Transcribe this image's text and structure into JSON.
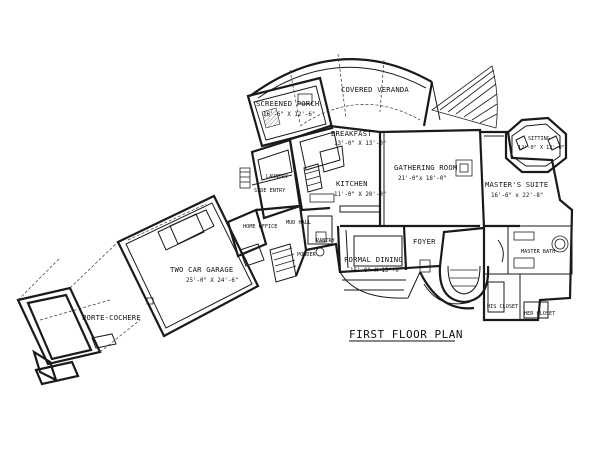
{
  "plan_title": "FIRST FLOOR PLAN",
  "rooms": {
    "covered_veranda": {
      "name": "COVERED VERANDA"
    },
    "screened_porch": {
      "name": "SCREENED PORCH",
      "size": "16'-6\" X 12'-6\""
    },
    "breakfast": {
      "name": "BREAKFAST",
      "size": "13'-0\" X 13'-0\""
    },
    "gathering_room": {
      "name": "GATHERING ROOM",
      "size": "21'-0\"x 18'-0\""
    },
    "sitting": {
      "name": "SITTING",
      "size": "12'-0\" X 12'-0\""
    },
    "masters_suite": {
      "name": "MASTER'S SUITE",
      "size": "16'-6\" x 22'-8\""
    },
    "kitchen": {
      "name": "KITCHEN",
      "size": "11'-0\" X 20'-0\""
    },
    "laundry": {
      "name": "LAUNDRY"
    },
    "side_entry": {
      "name": "SIDE ENTRY"
    },
    "home_office": {
      "name": "HOME OFFICE"
    },
    "mud_hall": {
      "name": "MUD HALL"
    },
    "pantry": {
      "name": "PANTRY"
    },
    "powder": {
      "name": "POWDER"
    },
    "formal_dining": {
      "name": "FORMAL DINING",
      "size": "15'-0\" X 15'-0\""
    },
    "foyer": {
      "name": "FOYER"
    },
    "master_bath": {
      "name": "MASTER BATH"
    },
    "his_closet": {
      "name": "HIS CLOSET"
    },
    "her_closet": {
      "name": "HER CLOSET"
    },
    "two_car_garage": {
      "name": "TWO CAR GARAGE",
      "size": "25'-0\" X 24'-6\""
    },
    "porte_cochere": {
      "name": "PORTE-COCHERE"
    }
  }
}
